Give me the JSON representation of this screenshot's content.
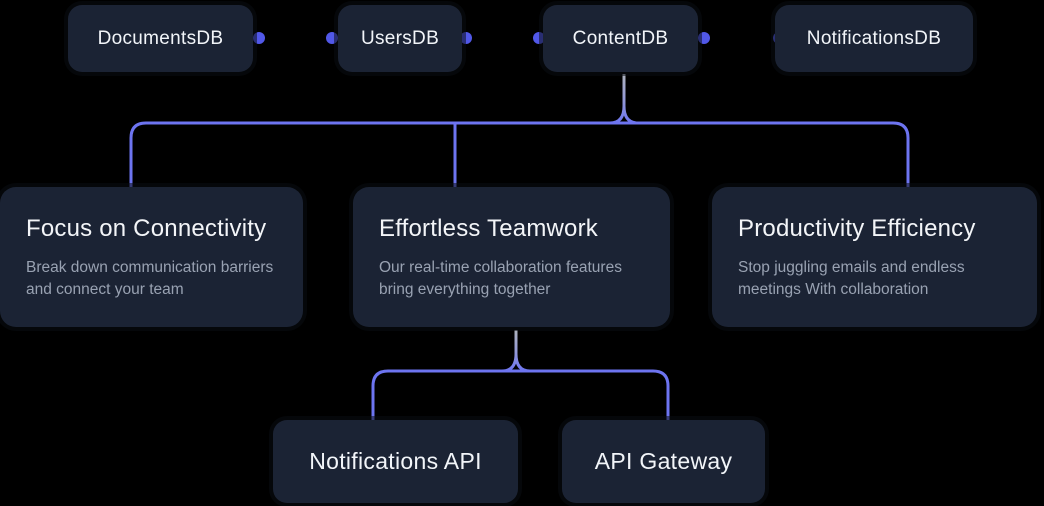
{
  "diagram": {
    "background": "#000000",
    "colors": {
      "node_background": "#1b2334",
      "node_text": "#f2f5f9",
      "card_title_text": "#f3f5f8",
      "card_body_text": "#99a2b2",
      "wire_purple": "#6d74f0",
      "wire_light": "#b3b6f8",
      "wire_gray": "#a7adb9",
      "endpoint_dot": "#5158e8"
    },
    "top_nodes": [
      {
        "label": "DocumentsDB"
      },
      {
        "label": "UsersDB"
      },
      {
        "label": "ContentDB"
      },
      {
        "label": "NotificationsDB"
      }
    ],
    "feature_cards": [
      {
        "title": "Focus on Connectivity",
        "description": "Break down communication barriers and connect your team"
      },
      {
        "title": "Effortless Teamwork",
        "description": "Our real-time collaboration features bring everything together"
      },
      {
        "title": "Productivity Efficiency",
        "description": "Stop juggling emails and endless meetings With collaboration"
      }
    ],
    "api_nodes": [
      {
        "label": "Notifications API"
      },
      {
        "label": "API Gateway"
      }
    ]
  }
}
